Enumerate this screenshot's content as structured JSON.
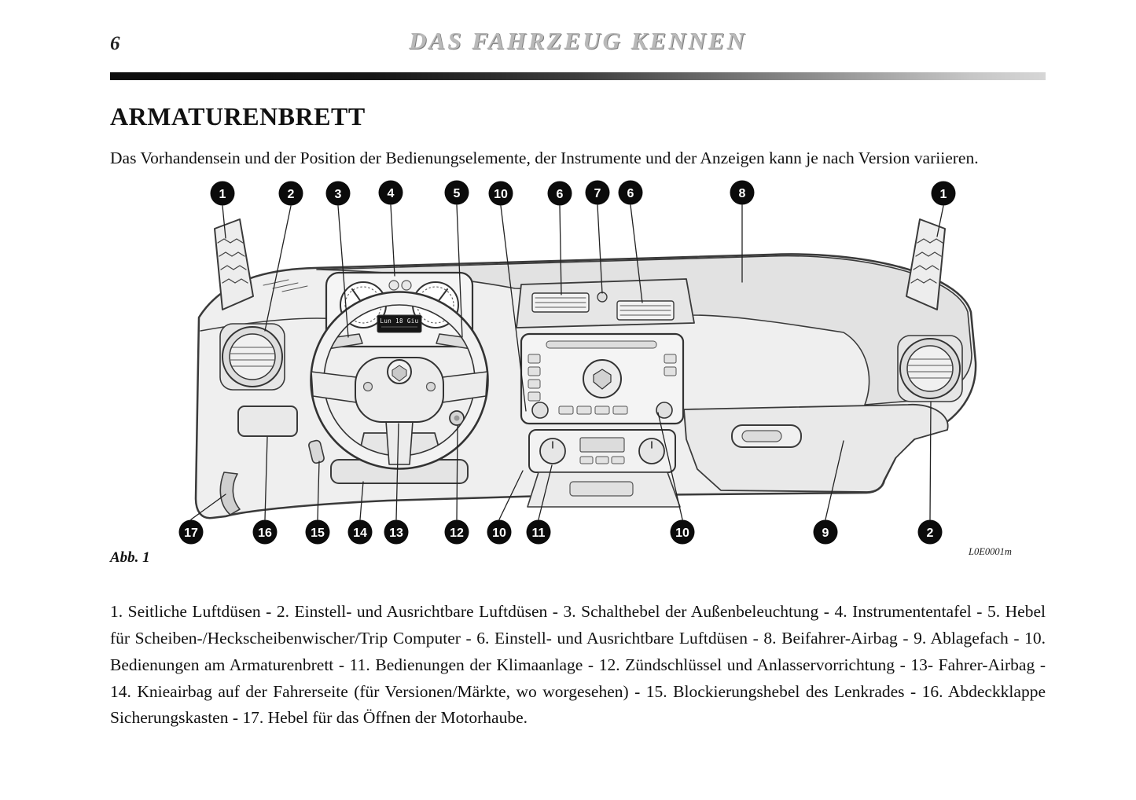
{
  "page": {
    "number": "6",
    "header_title": "DAS FAHRZEUG KENNEN",
    "section_title": "ARMATURENBRETT",
    "intro": "Das Vorhandensein und der Position der Bedienungselemente, der Instrumente und der Anzeigen kann je nach Version variieren.",
    "figure": {
      "label": "Abb. 1",
      "code": "L0E0001m",
      "cluster_display": "Lun 18 Giu",
      "callouts": [
        "1",
        "2",
        "3",
        "4",
        "5",
        "10",
        "6",
        "7",
        "6",
        "8",
        "1",
        "17",
        "16",
        "15",
        "14",
        "13",
        "12",
        "10",
        "11",
        "10",
        "9",
        "2"
      ]
    },
    "legend": "1. Seitliche Luftdüsen - 2. Einstell- und Ausrichtbare Luftdüsen - 3. Schalthebel der Außenbeleuchtung - 4. Instrumententafel - 5. Hebel für Scheiben-/Heckscheibenwischer/Trip Computer - 6. Einstell- und Ausrichtbare Luftdüsen - 8. Beifahrer-Airbag - 9. Ablagefach - 10. Bedienungen am Armaturenbrett - 11. Bedienungen der Klimaanlage - 12. Zündschlüssel und Anlasservorrichtung - 13- Fahrer-Airbag - 14. Knieairbag auf der Fahrerseite (für Versionen/Märkte, wo worgesehen) - 15. Blockierungshebel des Lenkrades - 16. Abdeckklappe Sicherungskasten - 17. Hebel für das Öffnen der Motorhaube."
  }
}
